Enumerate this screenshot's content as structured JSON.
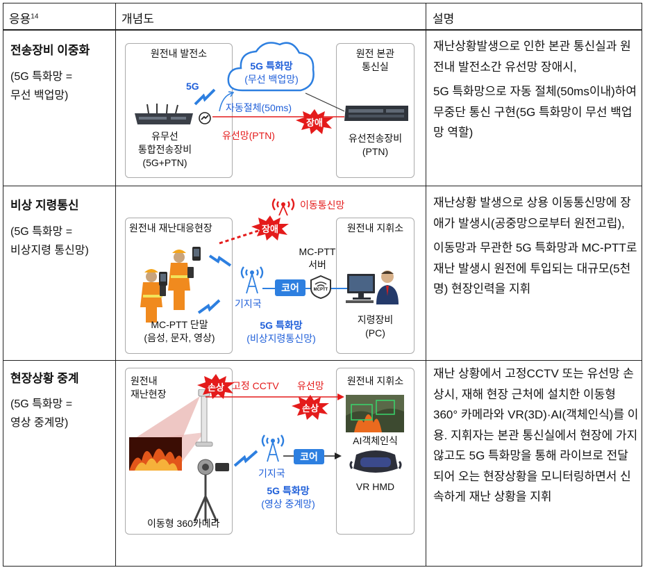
{
  "header": {
    "col1": "응용",
    "col1_sup": "14",
    "col2": "개념도",
    "col3": "설명"
  },
  "rows": [
    {
      "title": "전송장비 이중화",
      "subtitle": [
        "(5G 특화망 =",
        "무선 백업망)"
      ],
      "diagram": {
        "box_left": "원전내 발전소",
        "box_right": [
          "원전 본관",
          "통신실"
        ],
        "cloud": [
          "5G 특화망",
          "(무선 백업망)"
        ],
        "fiveg": "5G",
        "switchover": "자동절체(50ms)",
        "fault": "장애",
        "wired": "유선망(PTN)",
        "equip_left": [
          "유무선",
          "통합전송장비",
          "(5G+PTN)"
        ],
        "equip_right": [
          "유선전송장비",
          "(PTN)"
        ]
      },
      "description": [
        "재난상황발생으로 인한 본관 통신실과 원전내 발전소간 유선망 장애시,",
        "5G 특화망으로 자동 절체(50ms이내)하여 무중단 통신 구현(5G 특화망이 무선 백업망 역할)"
      ]
    },
    {
      "title": "비상 지령통신",
      "subtitle": [
        "(5G 특화망 =",
        "비상지령 통신망)"
      ],
      "diagram": {
        "mobile_net": "이동통신망",
        "fault": "장애",
        "box_left": "원전내 재난대응현장",
        "box_right": "원전내 지휘소",
        "server": [
          "MC-PTT",
          "서버"
        ],
        "core": "코어",
        "base_station": "기지국",
        "net": [
          "5G 특화망",
          "(비상지령통신망)"
        ],
        "terminal": [
          "MC-PTT 단말",
          "(음성, 문자, 영상)"
        ],
        "command": [
          "지령장비",
          "(PC)"
        ],
        "mcptt_tag": "MCPTT"
      },
      "description": [
        "재난상황 발생으로 상용 이동통신망에 장애가 발생시(공중망으로부터 원전고립),",
        "이동망과 무관한 5G 특화망과 MC-PTT로 재난 발생시 원전에 투입되는 대규모(5천명) 현장인력을 지휘"
      ]
    },
    {
      "title": "현장상황 중계",
      "subtitle": [
        "(5G 특화망 =",
        "영상 중계망)"
      ],
      "diagram": {
        "box_left": [
          "원전내",
          "재난현장"
        ],
        "box_right": "원전내 지휘소",
        "damage": "손상",
        "cctv": "고정 CCTV",
        "wired": "유선망",
        "ai": "AI객체인식",
        "core": "코어",
        "base_station": "기지국",
        "net": [
          "5G 특화망",
          "(영상 중계망)"
        ],
        "vr": "VR HMD",
        "camera": "이동형 360카메라"
      },
      "description": [
        "재난 상황에서 고정CCTV 또는 유선망 손상시, 재해 현장 근처에 설치한 이동형 360° 카메라와 VR(3D)·AI(객체인식)를 이용. 지휘자는 본관 통신실에서 현장에 가지 않고도 5G 특화망을 통해 라이브로 전달되어 오는 현장상황을 모니터링하면서 신속하게 재난 상황을 지휘"
      ]
    }
  ],
  "colors": {
    "accent_blue": "#1f5fd9",
    "fault_red": "#e41b1b",
    "core_blue": "#2d7fe0"
  }
}
